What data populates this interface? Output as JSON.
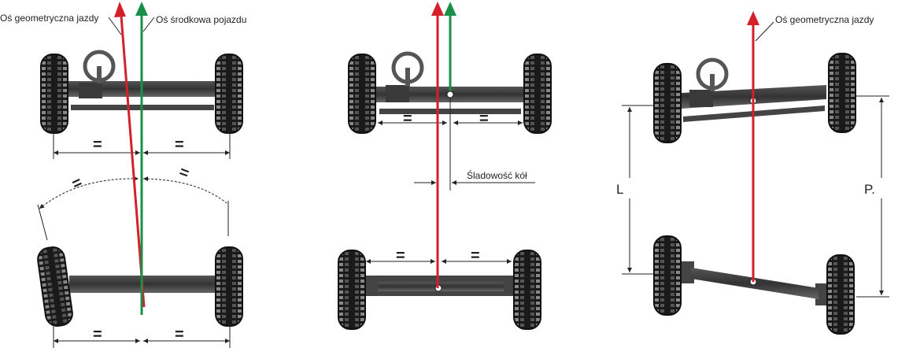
{
  "labels": {
    "geometric_axis": "Oś geometryczna jazdy",
    "center_axis": "Oś środkowa pojazdu",
    "wheel_track": "Śladowość kół",
    "length_left": "L",
    "length_right": "P.",
    "equal_sign": "="
  },
  "colors": {
    "geometric_axis": "#d4202a",
    "center_axis": "#1a8f4a"
  }
}
